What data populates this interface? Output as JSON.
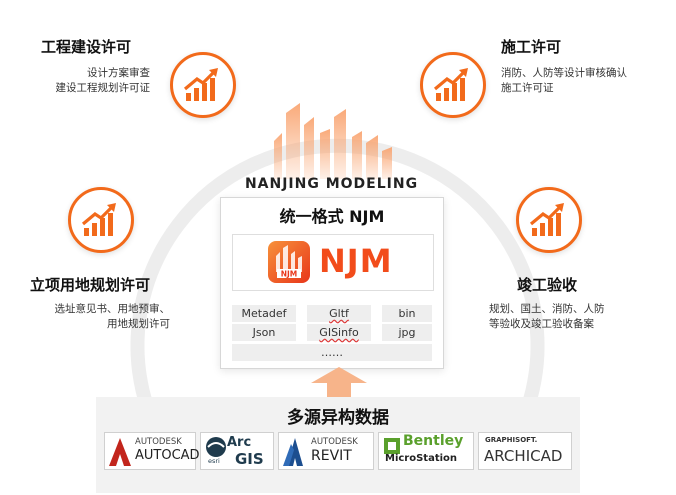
{
  "stages": [
    {
      "title": "工程建设许可",
      "desc": [
        "设计方案审查",
        "建设工程规划许可证"
      ]
    },
    {
      "title": "施工许可",
      "desc": [
        "消防、人防等设计审核确认",
        "施工许可证"
      ]
    },
    {
      "title": "立项用地规划许可",
      "desc": [
        "选址意见书、用地预审、",
        "用地规划许可"
      ]
    },
    {
      "title": "竣工验收",
      "desc": [
        "规划、国土、消防、人防",
        "等验收及竣工验收备案"
      ]
    }
  ],
  "brand": "NANJING MODELING",
  "center": {
    "title": "统一格式 NJM",
    "logo_text": "NJM",
    "logo_mark": "NJM",
    "formats": [
      "Metadef",
      "Gltf",
      "bin",
      "Json",
      "GISinfo",
      "jpg"
    ],
    "more": "……"
  },
  "bottom": {
    "title": "多源异构数据",
    "software": [
      {
        "vendor": "AUTODESK",
        "product": "AUTOCAD",
        "icon": "autocad-icon"
      },
      {
        "vendor": "Arc",
        "product": "GIS",
        "extra": "esri",
        "icon": "arcgis-icon"
      },
      {
        "vendor": "AUTODESK",
        "product": "REVIT",
        "icon": "revit-icon"
      },
      {
        "vendor": "Bentley",
        "product": "MicroStation",
        "icon": "bentley-icon"
      },
      {
        "vendor": "GRAPHISOFT.",
        "product": "ARCHICAD",
        "icon": "archicad-icon"
      }
    ]
  },
  "colors": {
    "accent": "#f26a1b",
    "njm_red": "#f24c1b",
    "arrow": "#f7b48a",
    "bentley_green": "#5aa02c"
  }
}
